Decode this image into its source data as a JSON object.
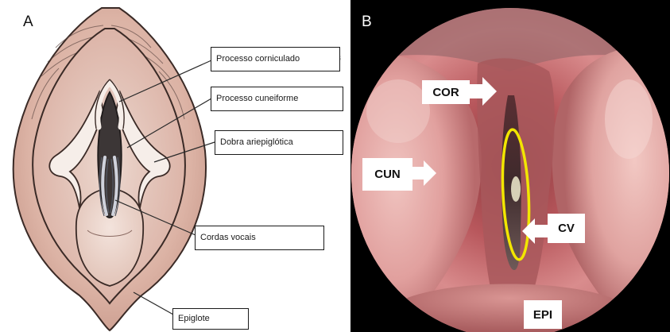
{
  "panel_a": {
    "letter": "A",
    "labels": {
      "corniculate": "Processo corniculado",
      "cuneiform": "Processo cuneiforme",
      "aryepiglottic": "Dobra ariepiglótica",
      "vocal_cords": "Cordas vocais",
      "epiglottis": "Epiglote"
    }
  },
  "panel_b": {
    "letter": "B",
    "labels": {
      "cor": "COR",
      "cun": "CUN",
      "cv": "CV",
      "epi": "EPI"
    },
    "highlight_color": "#f2e600"
  }
}
